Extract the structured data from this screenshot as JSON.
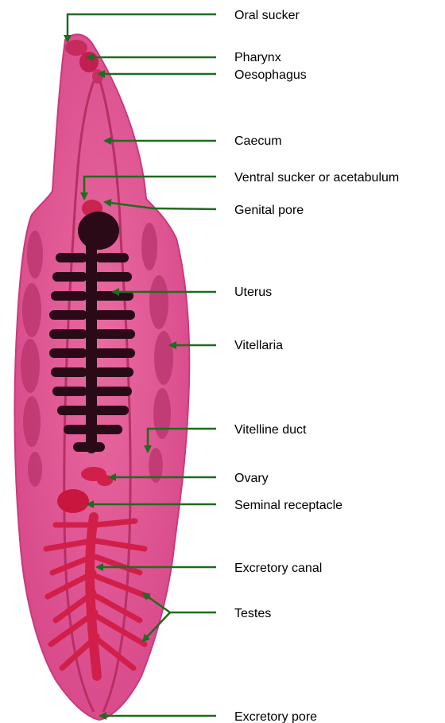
{
  "colors": {
    "body_pink": "#e05a93",
    "body_edge": "#c93a7a",
    "uterus": "#2a0a16",
    "organ_red": "#d11f4a",
    "vitellaria": "#b8336b",
    "arrow": "#1f6b1f"
  },
  "labels": {
    "oral_sucker": "Oral sucker",
    "pharynx": "Pharynx",
    "oesophagus": "Oesophagus",
    "caecum": "Caecum",
    "ventral_sucker": "Ventral sucker or acetabulum",
    "genital_pore": "Genital pore",
    "uterus": "Uterus",
    "vitellaria": "Vitellaria",
    "vitelline_duct": "Vitelline duct",
    "ovary": "Ovary",
    "seminal_receptacle": "Seminal receptacle",
    "excretory_canal": "Excretory canal",
    "testes": "Testes",
    "excretory_pore": "Excretory pore"
  }
}
